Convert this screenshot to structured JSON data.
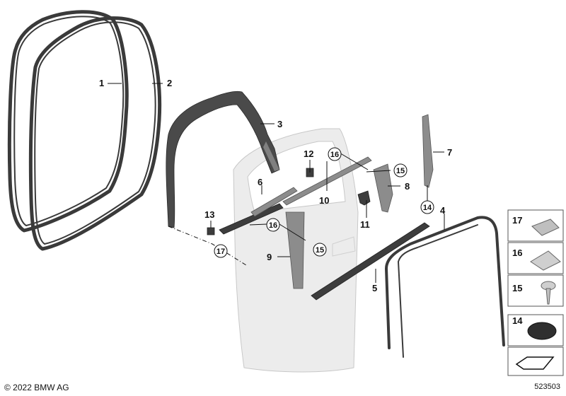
{
  "callouts": {
    "c1": "1",
    "c2": "2",
    "c3": "3",
    "c4": "4",
    "c5": "5",
    "c6": "6",
    "c7": "7",
    "c8": "8",
    "c9": "9",
    "c10": "10",
    "c11": "11",
    "c12": "12",
    "c13": "13",
    "c14": "14",
    "c15a": "15",
    "c15b": "15",
    "c16a": "16",
    "c16b": "16",
    "c17": "17"
  },
  "side_panel": {
    "items": [
      {
        "label": "17"
      },
      {
        "label": "16"
      },
      {
        "label": "15"
      },
      {
        "label": "14"
      }
    ]
  },
  "footer": {
    "copyright": "© 2022 BMW AG",
    "doc_number": "523503"
  },
  "colors": {
    "seal": "#3a3a3a",
    "door_panel": "#ececec",
    "trim": "#8c8c8c"
  }
}
